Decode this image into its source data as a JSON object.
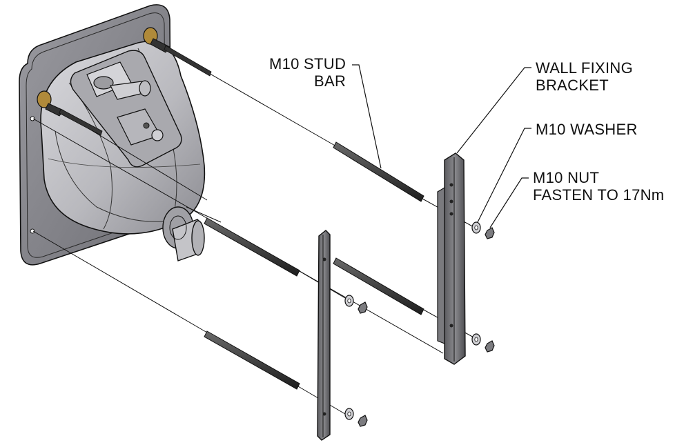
{
  "labels": {
    "stud_bar": {
      "line1": "M10 STUD",
      "line2": "BAR"
    },
    "wall_fixing_bracket": {
      "line1": "WALL FIXING",
      "line2": "BRACKET"
    },
    "washer": {
      "line1": "M10 WASHER"
    },
    "nut": {
      "line1": "M10 NUT",
      "line2": "FASTEN TO 17Nm"
    }
  },
  "colors": {
    "body_fill": "#c9c9cd",
    "body_shade": "#9a9aa0",
    "plate_fill": "#8a8a90",
    "bracket_fill": "#6e6e72",
    "stud_fill": "#3a3a3a",
    "line": "#111111"
  }
}
